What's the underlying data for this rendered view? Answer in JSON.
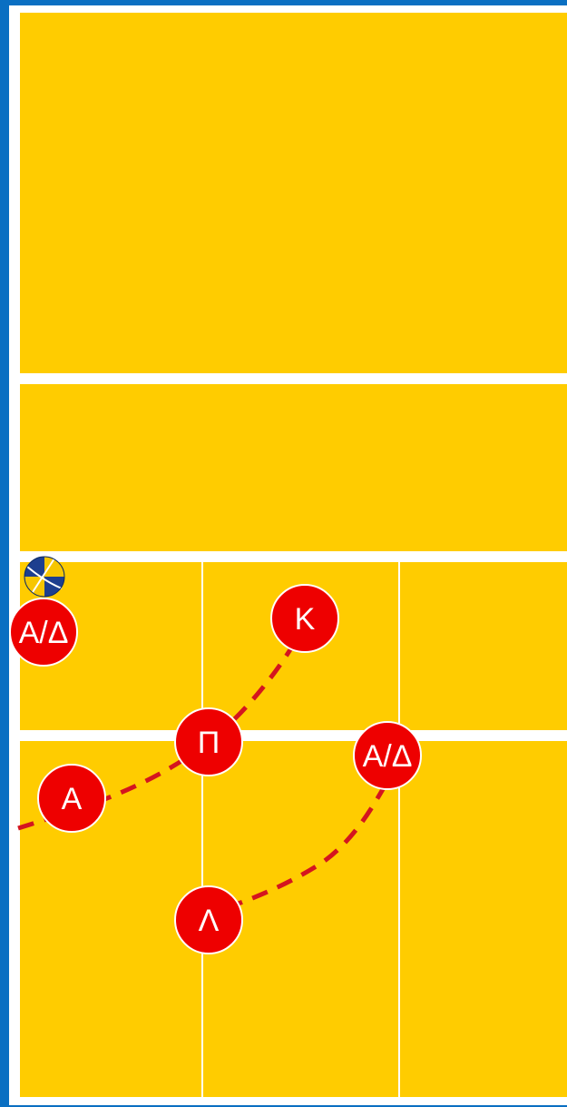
{
  "colors": {
    "frame": "#0a6fc2",
    "court": "#ffcc00",
    "lines": "#ffffff",
    "player_fill": "#ee0000",
    "player_stroke": "#ffffff",
    "path": "#d4151f"
  },
  "ball": {
    "icon": "volleyball-icon"
  },
  "players": [
    {
      "id": "ad-left",
      "label": "Α/Δ"
    },
    {
      "id": "k",
      "label": "Κ"
    },
    {
      "id": "p",
      "label": "Π"
    },
    {
      "id": "ad-right",
      "label": "Α/Δ"
    },
    {
      "id": "a",
      "label": "Α"
    },
    {
      "id": "l",
      "label": "Λ"
    }
  ]
}
